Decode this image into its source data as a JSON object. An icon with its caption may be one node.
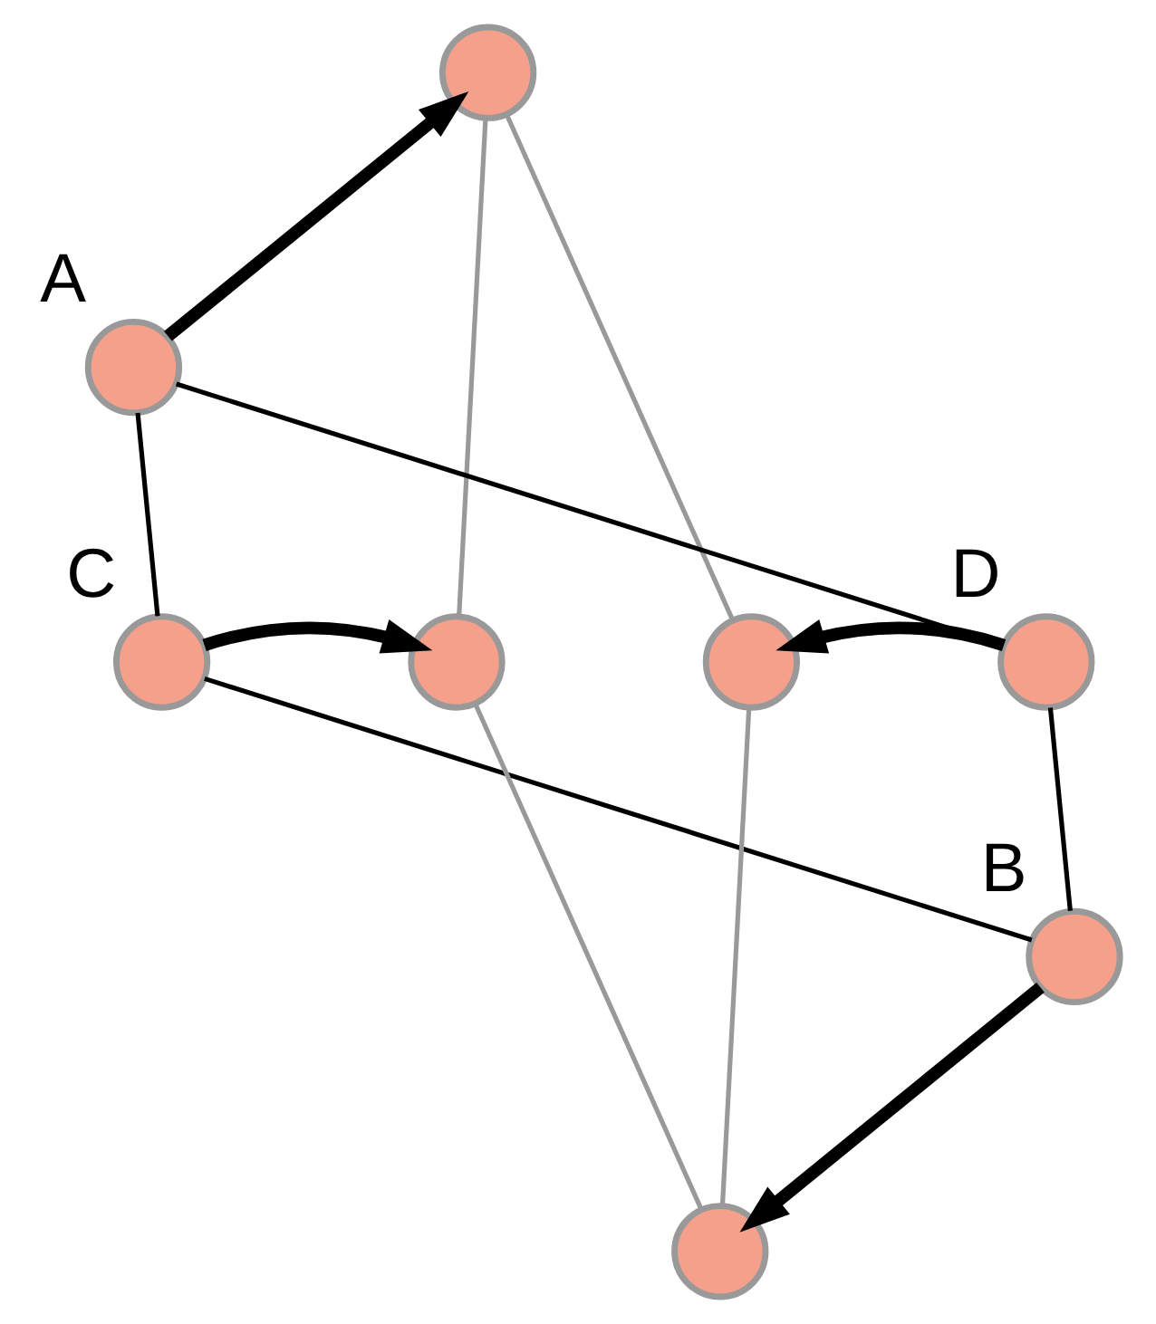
{
  "diagram": {
    "nodes": [
      {
        "text": [],
        "shape": "circle"
      },
      {
        "text": [],
        "shape": "circle",
        "beside": [
          "A"
        ]
      },
      {
        "text": [],
        "shape": "circle",
        "beside": [
          "C"
        ]
      },
      {
        "text": [],
        "shape": "circle"
      },
      {
        "text": [],
        "shape": "circle"
      },
      {
        "text": [],
        "shape": "circle",
        "beside": [
          "D"
        ]
      },
      {
        "text": [],
        "shape": "circle",
        "beside": [
          "B"
        ]
      },
      {
        "text": [],
        "shape": "circle"
      }
    ],
    "edges": [
      {
        "from": 1,
        "to": 2,
        "arrow": "none"
      },
      {
        "from": 1,
        "to": 5,
        "arrow": "none"
      },
      {
        "from": 2,
        "to": 6,
        "arrow": "none"
      },
      {
        "from": 5,
        "to": 6,
        "arrow": "none"
      },
      {
        "from": 0,
        "to": 3,
        "arrow": "none",
        "color": "#999999"
      },
      {
        "from": 0,
        "to": 4,
        "arrow": "none",
        "color": "#999999"
      },
      {
        "from": 3,
        "to": 7,
        "arrow": "none",
        "color": "#999999"
      },
      {
        "from": 4,
        "to": 7,
        "arrow": "none",
        "color": "#999999"
      },
      {
        "from": 1,
        "to": 0,
        "arrow": "to",
        "style": "thick"
      },
      {
        "from": 2,
        "to": 3,
        "arrow": "to",
        "style": "thick"
      },
      {
        "from": 5,
        "to": 4,
        "arrow": "to",
        "style": "thick"
      },
      {
        "from": 6,
        "to": 7,
        "arrow": "to",
        "style": "thick"
      }
    ]
  }
}
